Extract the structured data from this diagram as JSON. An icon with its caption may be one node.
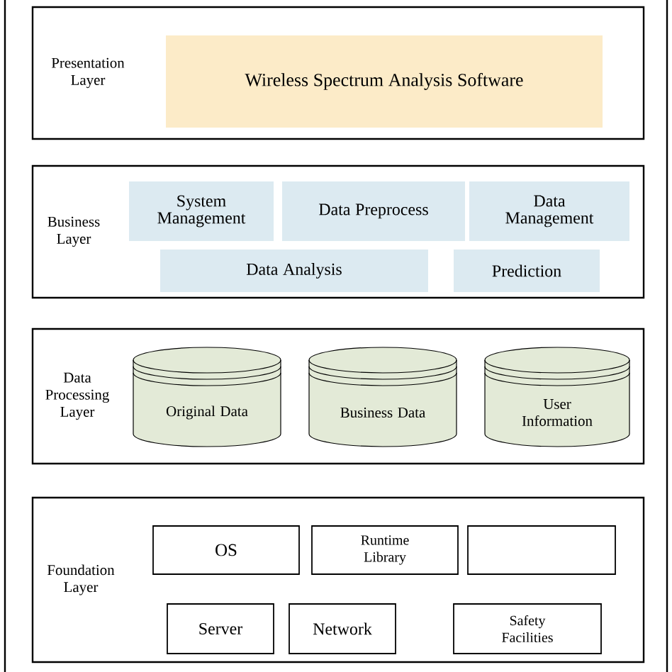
{
  "diagram": {
    "nodes": [
      {
        "text": [
          "Presentation Layer"
        ]
      },
      {
        "text": [
          "Wireless Spectrum Analysis Software"
        ],
        "in": 0
      },
      {
        "text": [
          "Business Layer"
        ]
      },
      {
        "text": [
          "System Management"
        ],
        "in": 2
      },
      {
        "text": [
          "Data Preprocess"
        ],
        "in": 2
      },
      {
        "text": [
          "Data Management"
        ],
        "in": 2
      },
      {
        "text": [
          "Data Analysis"
        ],
        "in": 2
      },
      {
        "text": [
          "Prediction"
        ],
        "in": 2
      },
      {
        "text": [
          "Data Processing Layer"
        ]
      },
      {
        "text": [
          "Original Data"
        ],
        "in": 8
      },
      {
        "text": [
          "Business Data"
        ],
        "in": 8
      },
      {
        "text": [
          "User Information"
        ],
        "in": 8
      },
      {
        "text": [
          "Foundation Layer"
        ]
      },
      {
        "text": [
          "OS"
        ],
        "in": 12
      },
      {
        "text": [
          "Runtime Library"
        ],
        "in": 12
      },
      {
        "text": [],
        "shape": "box",
        "in": 12
      },
      {
        "text": [
          "Server"
        ],
        "in": 12
      },
      {
        "text": [
          "Network"
        ],
        "in": 12
      },
      {
        "text": [
          "Safety Facilities"
        ],
        "in": 12
      }
    ]
  }
}
